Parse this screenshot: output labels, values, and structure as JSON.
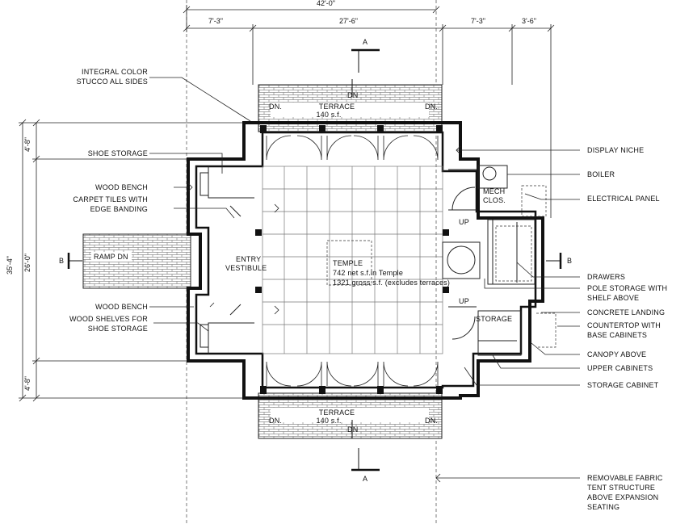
{
  "dimensions": {
    "overall": "42'-0\"",
    "left_bay": "7'-3\"",
    "center": "27'-6\"",
    "right_bay": "7'-3\"",
    "right_extra": "3'-6\"",
    "vertical_total": "35'-4\"",
    "vertical_top": "4'-8\"",
    "vertical_middle": "26'-0\"",
    "vertical_bottom": "4'-8\""
  },
  "section_marks": {
    "a_top": "A",
    "a_bottom": "A",
    "b_left": "B",
    "b_right": "B"
  },
  "rooms": {
    "terrace_top": {
      "name": "TERRACE",
      "area": "140 s.f."
    },
    "terrace_bottom": {
      "name": "TERRACE",
      "area": "140 s.f."
    },
    "temple": {
      "name": "TEMPLE",
      "net": "742 net s.f.in Temple",
      "gross": "1321 gross s.f. (excludes terraces)"
    },
    "entry": {
      "line1": "ENTRY",
      "line2": "VESTIBULE"
    },
    "mech": {
      "line1": "MECH",
      "line2": "CLOS."
    },
    "storage": "STORAGE"
  },
  "plan_text": {
    "dn": "DN",
    "dn_dot": "DN.",
    "up": "UP",
    "ramp": "RAMP DN"
  },
  "left_labels": {
    "stucco": [
      "INTEGRAL COLOR",
      "STUCCO ALL SIDES"
    ],
    "shoe_storage": "SHOE STORAGE",
    "wood_bench_1": "WOOD BENCH",
    "carpet": [
      "CARPET TILES WITH",
      "EDGE BANDING"
    ],
    "wood_bench_2": "WOOD BENCH",
    "wood_shelves": [
      "WOOD SHELVES FOR",
      "SHOE STORAGE"
    ]
  },
  "right_labels": {
    "display_niche": "DISPLAY NICHE",
    "boiler": "BOILER",
    "electrical_panel": "ELECTRICAL PANEL",
    "drawers": "DRAWERS",
    "pole_storage": [
      "POLE STORAGE WITH",
      "SHELF ABOVE"
    ],
    "concrete_landing": "CONCRETE LANDING",
    "countertop": [
      "COUNTERTOP WITH",
      "BASE CABINETS"
    ],
    "canopy": "CANOPY ABOVE",
    "upper_cabinets": "UPPER CABINETS",
    "storage_cabinet": "STORAGE CABINET",
    "tent": [
      "REMOVABLE FABRIC",
      "TENT STRUCTURE",
      "ABOVE EXPANSION",
      "SEATING"
    ]
  }
}
